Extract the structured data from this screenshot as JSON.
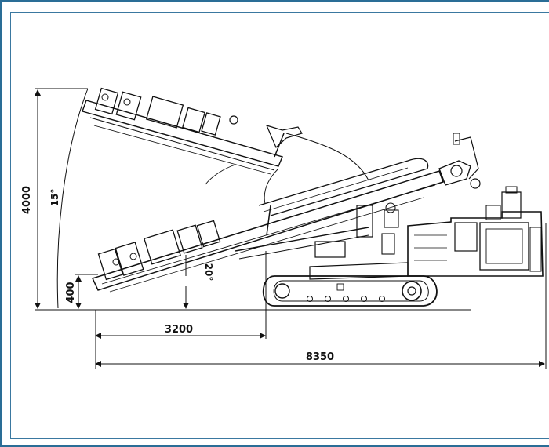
{
  "dimensions": {
    "total_height": "4000",
    "low_height": "400",
    "boom_reach": "3200",
    "overall_length": "8350",
    "tilt_angle_upper": "15°",
    "tilt_angle_lower": "20°"
  },
  "colors": {
    "frame_border": "#2a6d96",
    "line": "#111111"
  }
}
